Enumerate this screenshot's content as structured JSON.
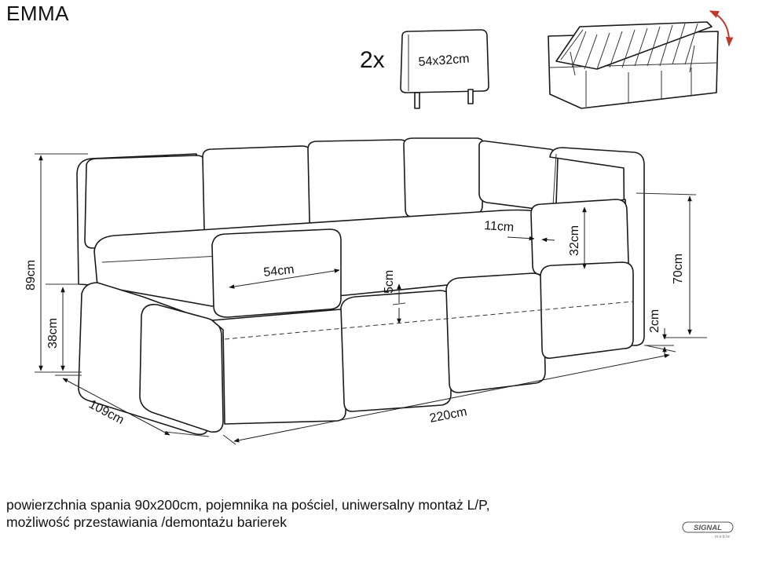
{
  "title": "EMMA",
  "cushion": {
    "count": "2x",
    "size": "54x32cm"
  },
  "dimensions": {
    "height_total": "89cm",
    "height_seat": "38cm",
    "depth": "109cm",
    "width": "220cm",
    "cushion_width": "54cm",
    "mattress_gap": "5cm",
    "cushion_thickness": "11cm",
    "cushion_height": "32cm",
    "height_back": "70cm",
    "leg_height": "2cm"
  },
  "description": {
    "line1": "powierzchnia spania 90x200cm, pojemnika na pościel, uniwersalny montaż L/P,",
    "line2": "możliwość przestawiania /demontażu barierek"
  },
  "logo": {
    "brand": "SIGNAL",
    "sub": "meble"
  },
  "colors": {
    "line": "#1a1a1a",
    "accent": "#c0392b"
  }
}
